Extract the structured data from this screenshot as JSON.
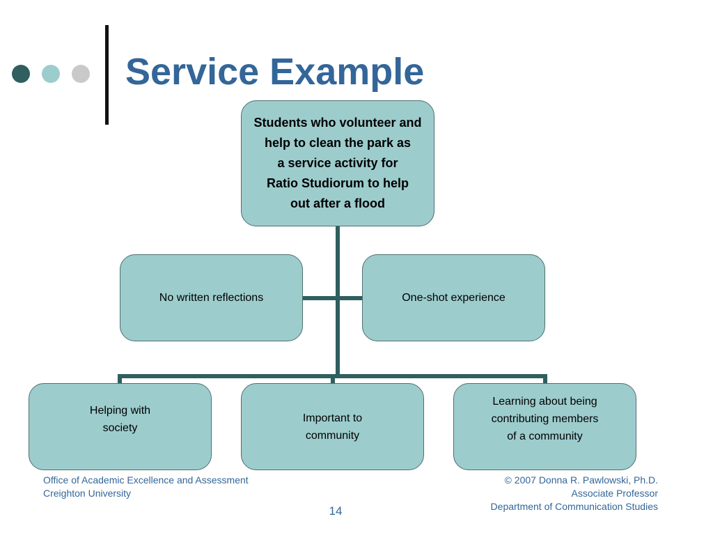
{
  "slide": {
    "title": "Service Example",
    "page_number": "14"
  },
  "diagram": {
    "root": "Students who volunteer and\nhelp to clean the park as\na service activity for\nRatio Studiorum to help\nout after a flood",
    "middle_left": "No written reflections",
    "middle_right": "One-shot experience",
    "bottom": [
      "Helping with\nsociety",
      "Important to\ncommunity",
      "Learning about being\ncontributing members\nof a community"
    ]
  },
  "footer": {
    "left_line1": "Office of Academic Excellence and Assessment",
    "left_line2": "Creighton University",
    "right_line1": "© 2007 Donna R. Pawlowski, Ph.D.",
    "right_line2": "Associate Professor",
    "right_line3": "Department of Communication Studies"
  },
  "colors": {
    "title": "#336699",
    "box_fill": "#9dcccd",
    "connector": "#2f5f5f",
    "footer_text": "#336699"
  }
}
